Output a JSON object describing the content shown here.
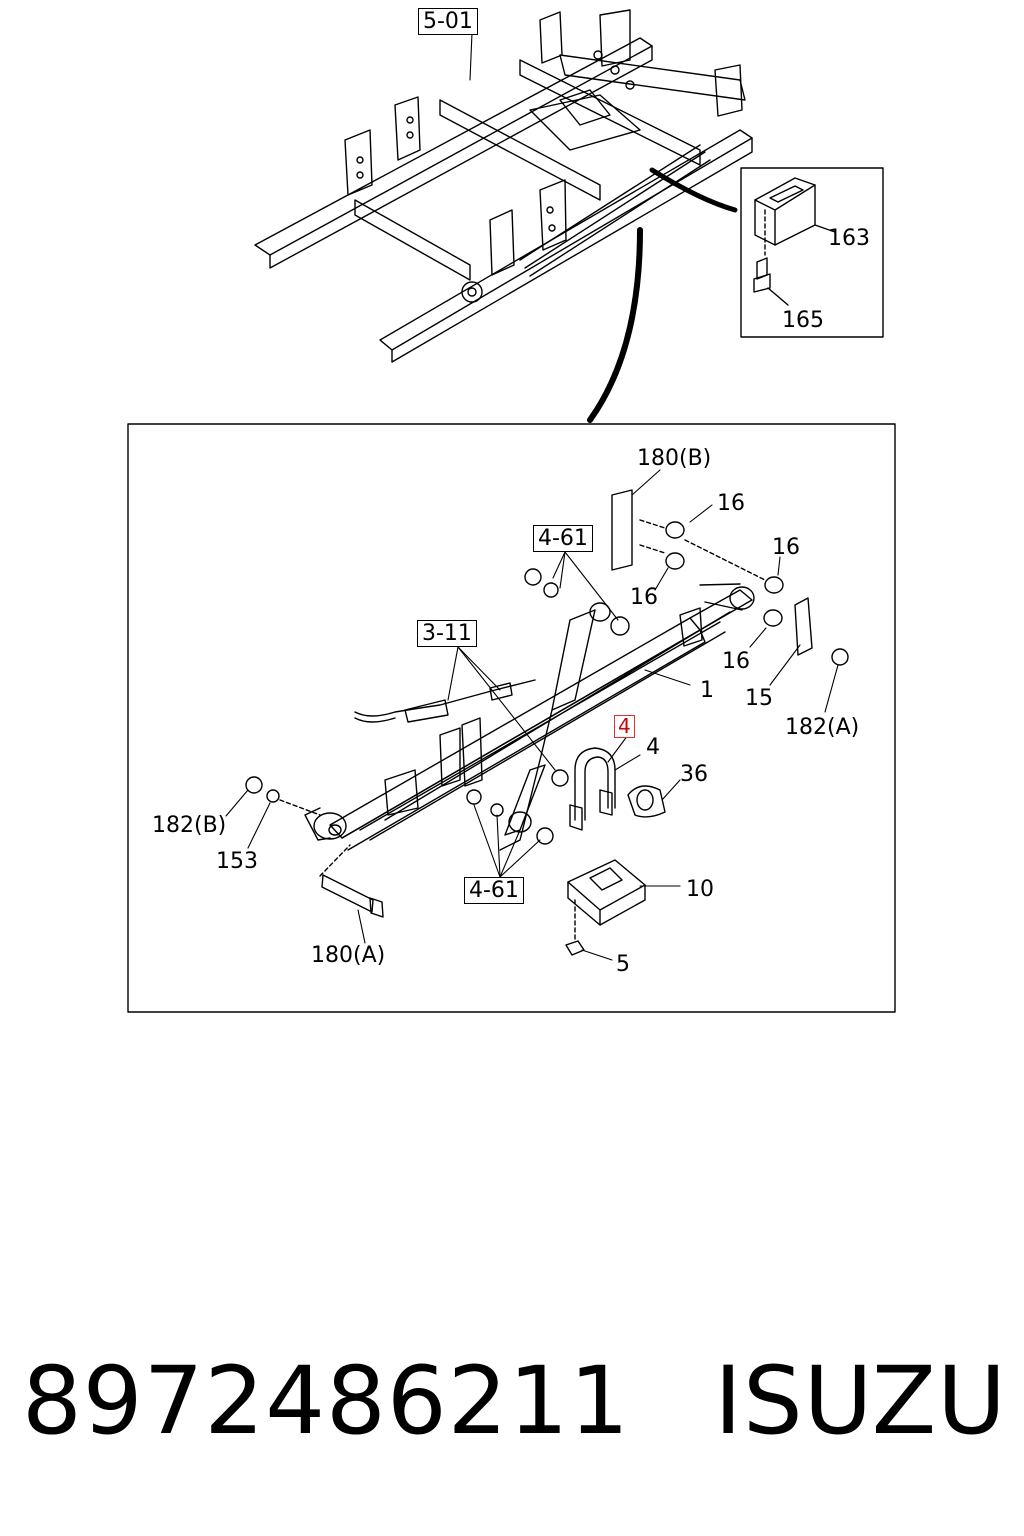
{
  "diagram": {
    "refs": {
      "frame_ref": "5-01",
      "ref_461_top": "4-61",
      "ref_311": "3-11",
      "ref_461_bottom": "4-61"
    },
    "callouts": {
      "c163": "163",
      "c165": "165",
      "c180b": "180(B)",
      "c16a": "16",
      "c16b": "16",
      "c16c": "16",
      "c16d": "16",
      "c1": "1",
      "c15": "15",
      "c182a": "182(A)",
      "c4_highlight": "4",
      "c4": "4",
      "c36": "36",
      "c182b": "182(B)",
      "c153": "153",
      "c10": "10",
      "c180a": "180(A)",
      "c5": "5"
    }
  },
  "footer": {
    "part_number": "8972486211",
    "brand": "ISUZU"
  }
}
